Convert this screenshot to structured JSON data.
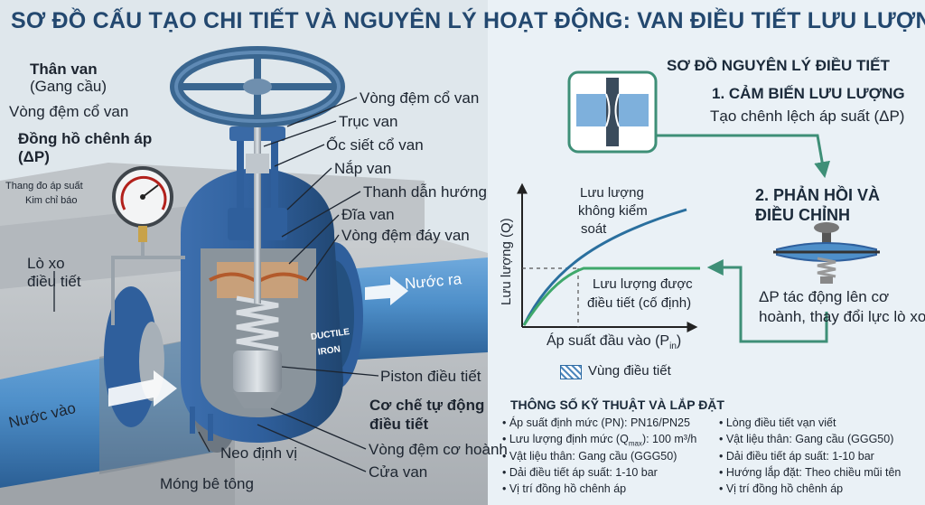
{
  "title": "SƠ ĐỒ CẤU TẠO CHI TIẾT VÀ NGUYÊN LÝ HOẠT ĐỘNG: VAN ĐIỀU TIẾT LƯU LƯỢNG NƯỚC",
  "left": {
    "than_van": "Thân van",
    "than_van_sub": "(Gang cầu)",
    "vong_dem_co_van_left": "Vòng đệm cổ van",
    "dong_ho_line1": "Đồng hồ chênh áp",
    "dong_ho_line2": "(ΔP)",
    "thang_do": "Thang đo áp suất",
    "kim_chi_bao": "Kim chỉ báo",
    "lo_xo_line1": "Lò xo",
    "lo_xo_line2": "điều tiết",
    "nuoc_vao": "Nước vào",
    "nuoc_ra": "Nước ra",
    "mong_be_tong": "Móng bê tông",
    "neo_dinh_vi": "Neo định vị",
    "ductile_line1": "DUCTILE",
    "ductile_line2": "IRON"
  },
  "callouts": {
    "vong_dem_co_van": "Vòng đệm cổ van",
    "truc_van": "Trục van",
    "oc_siet_co_van": "Ốc siết cổ van",
    "nap_van": "Nắp van",
    "thanh_dan_huong": "Thanh dẫn hướng",
    "dia_van": "Đĩa van",
    "vong_dem_day_van": "Vòng đệm đáy van",
    "piston": "Piston điều tiết",
    "co_che_line1": "Cơ chế tự động",
    "co_che_line2": "điều tiết",
    "vong_dem_co_hoanh": "Vòng đệm cơ hoành",
    "cua_van": "Cửa van"
  },
  "right": {
    "heading": "SƠ ĐỒ NGUYÊN LÝ ĐIỀU TIẾT",
    "step1_title": "1. CẢM BIẾN LƯU LƯỢNG",
    "step1_desc": "Tạo chênh lệch áp suất (ΔP)",
    "step2_line1": "2. PHẢN HỒI VÀ",
    "step2_line2": "ĐIỀU CHỈNH",
    "dp_line1": "ΔP tác động lên cơ",
    "dp_line2": "hoành, thay đổi lực lò xo"
  },
  "chart_data": {
    "type": "line",
    "ylabel": "Lưu lượng (Q)",
    "xlabel": "Áp suất đầu vào (P",
    "xlabel_sub": "in",
    "xlabel_end": ")",
    "series": [
      {
        "name_line1": "Lưu lượng",
        "name_line2": "không kiểm",
        "name_line3": "soát",
        "color": "#2a6f9e"
      },
      {
        "name_line1": "Lưu lượng được",
        "name_line2": "điều tiết (cố định)",
        "color": "#3fa86b"
      }
    ],
    "legend": "Vùng điều tiết"
  },
  "specs": {
    "heading": "THÔNG SỐ KỸ THUẬT VÀ LẮP ĐẶT",
    "left": [
      "• Áp suất định mức (PN): PN16/PN25",
      "• Lưu lượng định mức (Q",
      "• Vật liệu thân: Gang cầu (GGG50)",
      "• Dải điều tiết áp suất: 1-10 bar",
      "• Vị trí đồng hồ chênh áp"
    ],
    "qmax_sub": "max",
    "qmax_rest": "): 100 m³/h",
    "right": [
      "• Lòng điều tiết vạn viết",
      "• Vật liệu thân: Gang cầu (GGG50)",
      "• Dải điều tiết áp suất: 1-10 bar",
      "• Hướng lắp đặt: Theo chiều mũi tên",
      "• Vị trí đồng hồ chênh áp"
    ]
  },
  "colors": {
    "title": "#23486f",
    "valve_blue": "#2f5f9c",
    "pipe_blue": "#4e8fc9",
    "arrow_green": "#3e8f77"
  }
}
